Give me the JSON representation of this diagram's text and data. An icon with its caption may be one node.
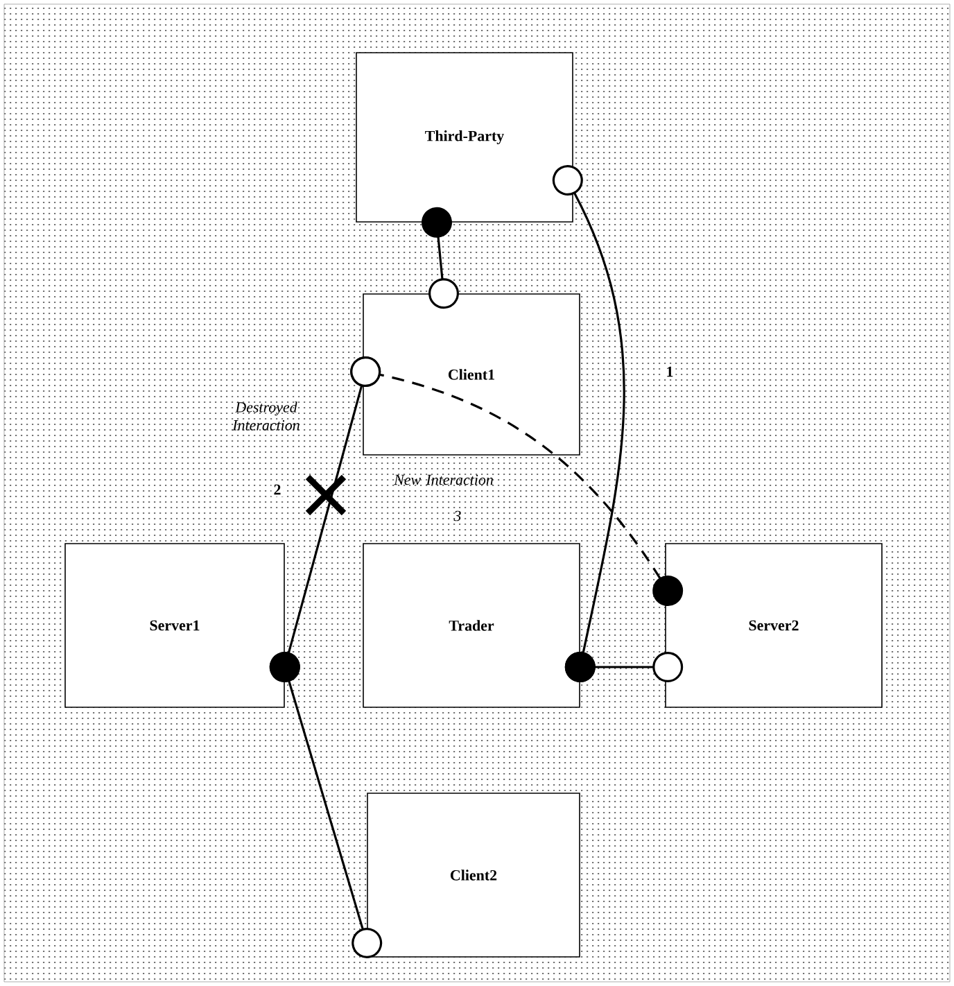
{
  "diagram": {
    "nodes": [
      {
        "text": [
          "Third-Party"
        ]
      },
      {
        "text": [
          "Client1"
        ]
      },
      {
        "text": [
          "Server1"
        ]
      },
      {
        "text": [
          "Trader"
        ]
      },
      {
        "text": [
          "Server2"
        ]
      },
      {
        "text": [
          "Client2"
        ]
      }
    ],
    "edges": [
      {
        "from": 0,
        "to": 1,
        "arrow": "other"
      },
      {
        "from": 3,
        "to": 0,
        "arrow": "other",
        "label": "1"
      },
      {
        "from": 2,
        "to": 1,
        "arrow": "other",
        "label": "2"
      },
      {
        "from": 4,
        "to": 1,
        "arrow": "other",
        "style": "dashed"
      },
      {
        "from": 2,
        "to": 5,
        "arrow": "other"
      },
      {
        "from": 3,
        "to": 4,
        "arrow": "other"
      }
    ],
    "labels": [
      "Destroyed Interaction",
      "New Interaction",
      "3"
    ]
  }
}
